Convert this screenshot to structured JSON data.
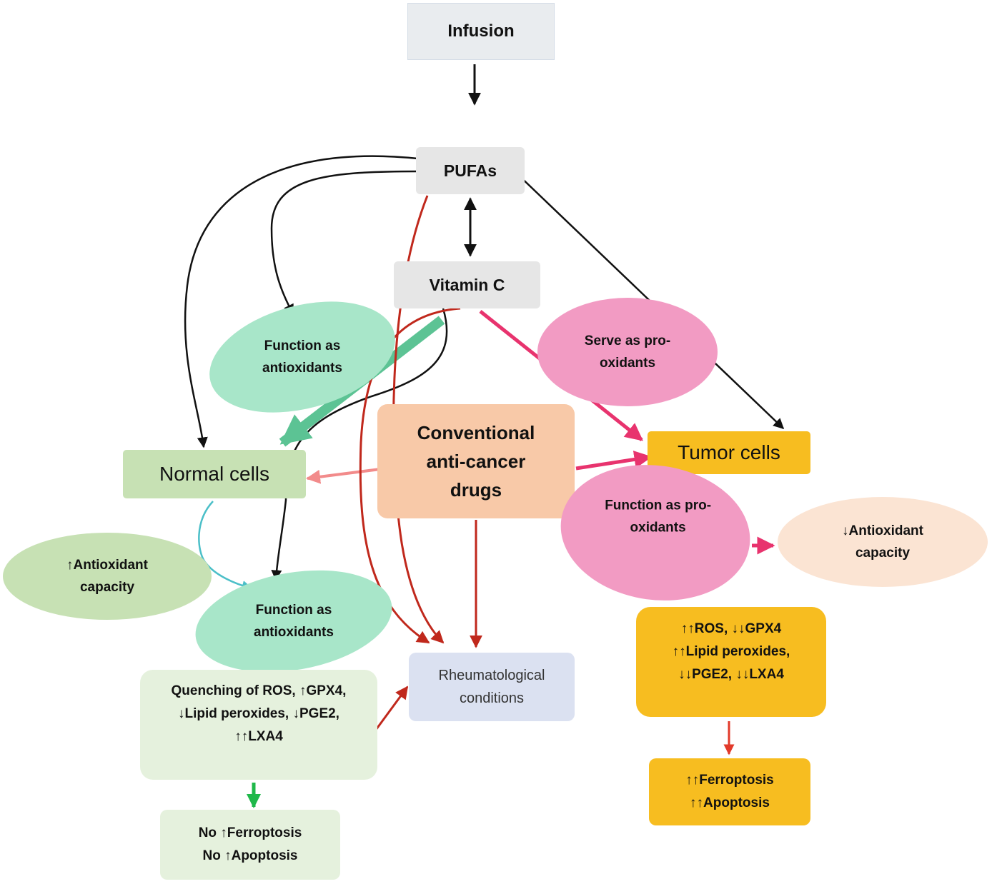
{
  "nodes": {
    "infusion": {
      "label": "Infusion"
    },
    "pufas": {
      "label": "PUFAs"
    },
    "vitamin_c": {
      "label": "Vitamin C"
    },
    "antioxidants_top": {
      "lines": [
        "Function as",
        "antioxidants"
      ]
    },
    "serve_prooxidants": {
      "lines": [
        "Serve as pro-",
        "oxidants"
      ]
    },
    "anticancer_drugs": {
      "lines": [
        "Conventional",
        "anti-cancer",
        "drugs"
      ]
    },
    "normal_cells": {
      "label": "Normal cells"
    },
    "tumor_cells": {
      "label": "Tumor cells"
    },
    "prooxidants_lower": {
      "lines": [
        "Function as pro-",
        "oxidants"
      ]
    },
    "decreased_antioxidant": {
      "lines": [
        "↓Antioxidant",
        "capacity"
      ]
    },
    "increased_antioxidant": {
      "lines": [
        "↑Antioxidant",
        "capacity"
      ]
    },
    "antioxidants_lower": {
      "lines": [
        "Function as",
        "antioxidants"
      ]
    },
    "rheumatological": {
      "lines": [
        "Rheumatological",
        "conditions"
      ]
    },
    "tumor_effects": {
      "lines": [
        "↑↑ROS, ↓↓GPX4",
        "↑↑Lipid peroxides,",
        "↓↓PGE2, ↓↓LXA4"
      ]
    },
    "normal_effects": {
      "lines": [
        "Quenching of ROS, ↑GPX4,",
        "↓Lipid peroxides, ↓PGE2,",
        "↑↑LXA4"
      ]
    },
    "tumor_outcome": {
      "lines": [
        "↑↑Ferroptosis",
        "↑↑Apoptosis"
      ]
    },
    "normal_outcome": {
      "lines": [
        "No ↑Ferroptosis",
        "No ↑Apoptosis"
      ]
    }
  },
  "colors": {
    "grey_box": "#e6e6e6",
    "infusion_box": "#e9ecef",
    "mint": "#a8e6c9",
    "pink": "#f29bc3",
    "peach": "#f8c9a8",
    "green_box": "#c7e1b4",
    "orange": "#f7bd20",
    "light_peach": "#fbe4d3",
    "lavender": "#dbe1f1",
    "pale_green": "#e5f1dd",
    "black_arrow": "#111111",
    "red_arrow": "#c0281c",
    "pink_arrow": "#e8336e",
    "green_arrow": "#5cc394",
    "salmon_arrow": "#f28b8b",
    "teal_arrow": "#4bbfc8",
    "bright_green_arrow": "#1fb84a",
    "orange_red_arrow": "#e23a2a"
  }
}
